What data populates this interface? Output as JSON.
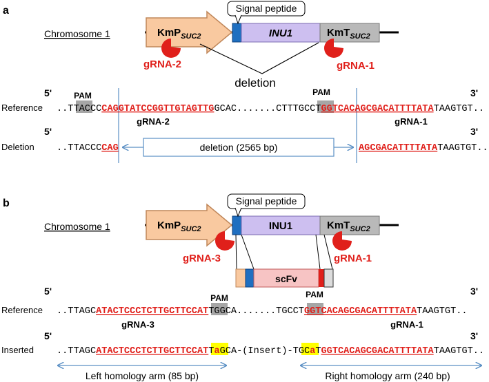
{
  "panel_a": {
    "label": "a",
    "chromosome": "Chromosome 1",
    "signal_peptide": "Signal peptide",
    "promoter_main": "KmP",
    "promoter_sub": "SUC2",
    "gene": "INU1",
    "terminator_main": "KmT",
    "terminator_sub": "SUC2",
    "grna_left": "gRNA-2",
    "grna_right": "gRNA-1",
    "deletion_word": "deletion",
    "five_prime": "5'",
    "three_prime": "3'",
    "pam": "PAM",
    "ref_label": "Reference",
    "ref_seq": {
      "lead": "..TTA",
      "pam1": "CCC",
      "red1": "CAGGTATCCGGTTGTAGTTG",
      "mid": "GCAC.......CTTTG",
      "pam2": "CCT",
      "red2": "GGTCACAGCGACATTTTATA",
      "tail": "TAAGTGT.."
    },
    "ref_grna_left": "gRNA-2",
    "ref_grna_right": "gRNA-1",
    "del_label": "Deletion",
    "del_seq": {
      "lead": "..TTACCC",
      "red1": "CAG",
      "red2": "AGCGACATTTTATA",
      "tail": "TAAGTGT.."
    },
    "del_box": "deletion (2565 bp)"
  },
  "panel_b": {
    "label": "b",
    "chromosome": "Chromosome 1",
    "signal_peptide": "Signal peptide",
    "promoter_main": "KmP",
    "promoter_sub": "SUC2",
    "gene": "INU1",
    "terminator_main": "KmT",
    "terminator_sub": "SUC2",
    "grna_left": "gRNA-3",
    "grna_right": "gRNA-1",
    "insert_label": "scFv",
    "five_prime": "5'",
    "three_prime": "3'",
    "pam": "PAM",
    "ref_label": "Reference",
    "ref_seq": {
      "lead": "..TTAGC",
      "red1": "ATACTCCCTCTTGCTTCCAT",
      "pam1": "TGG",
      "mid": "CA.......TG",
      "pam2": "CCT",
      "red2": "GGTCACAGCGACATTTTATA",
      "tail": "TAAGTGT.."
    },
    "ref_grna_left": "gRNA-3",
    "ref_grna_right": "gRNA-1",
    "ins_label": "Inserted",
    "ins_seq": {
      "lead": "..TTAGC",
      "red1": "ATACTCCCTCTTGCTTCCAT",
      "hl1_a": "T",
      "hl1_b": "a",
      "hl1_c": "G",
      "mid": "CA-(Insert)-TG",
      "hl2_a": "C",
      "hl2_b": "a",
      "hl2_c": "T",
      "red2": "GGTCACAGCGACATTTTATA",
      "tail": "TAAGTGT.."
    },
    "left_arm": "Left homology arm (85 bp)",
    "right_arm": "Right homology arm (240 bp)"
  },
  "colors": {
    "promoter": "#f9c9a0",
    "gene": "#cdbff0",
    "terminator": "#b9b9b9",
    "signal": "#1f6fc0",
    "grna": "#e0201b",
    "pam_box": "#a6a6a6",
    "highlight": "#ffff00",
    "scfv": "#f7c4c4",
    "divider": "#5a8fc4"
  }
}
